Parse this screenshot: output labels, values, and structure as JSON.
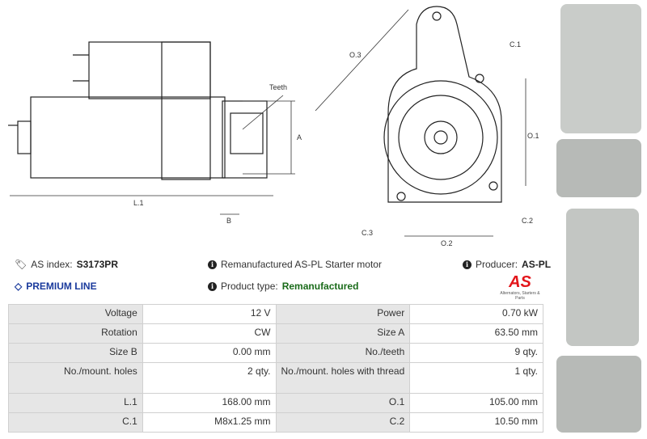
{
  "drawing_labels": {
    "teeth": "Teeth",
    "a": "A",
    "b": "B",
    "l1": "L.1",
    "o3": "O.3",
    "c1": "C.1",
    "o1": "O.1",
    "c2": "C.2",
    "c3": "C.3",
    "o2": "O.2"
  },
  "info": {
    "as_index_label": "AS index:",
    "as_index": "S3173PR",
    "premium": "PREMIUM LINE",
    "description": "Remanufactured AS-PL Starter motor",
    "product_type_label": "Product type:",
    "product_type": "Remanufactured",
    "producer_label": "Producer:",
    "producer": "AS-PL",
    "logo_text": "AS",
    "logo_tagline": "Alternators, Starters & Parts"
  },
  "colors": {
    "premium": "#1a3a9c",
    "remanufactured": "#1a6b1a",
    "logo_red": "#e3161b"
  },
  "specs": [
    [
      "Voltage",
      "12 V",
      "Power",
      "0.70 kW"
    ],
    [
      "Rotation",
      "CW",
      "Size A",
      "63.50 mm"
    ],
    [
      "Size B",
      "0.00 mm",
      "No./teeth",
      "9 qty."
    ],
    [
      "No./mount. holes",
      "2 qty.",
      "No./mount. holes with thread",
      "1 qty."
    ],
    [
      "L.1",
      "168.00 mm",
      "O.1",
      "105.00 mm"
    ],
    [
      "C.1",
      "M8x1.25 mm",
      "C.2",
      "10.50 mm"
    ]
  ]
}
